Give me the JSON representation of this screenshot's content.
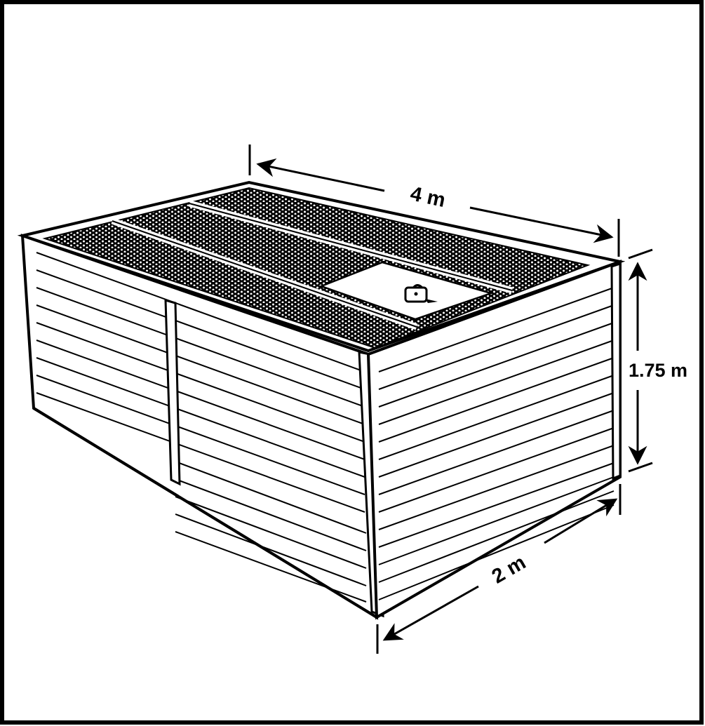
{
  "figure": {
    "labels": {
      "length": "4 m",
      "height": "1.75 m",
      "width": "2 m"
    },
    "colors": {
      "ink": "#000000",
      "paper": "#ffffff"
    },
    "icons": [
      "padlock-icon"
    ]
  }
}
